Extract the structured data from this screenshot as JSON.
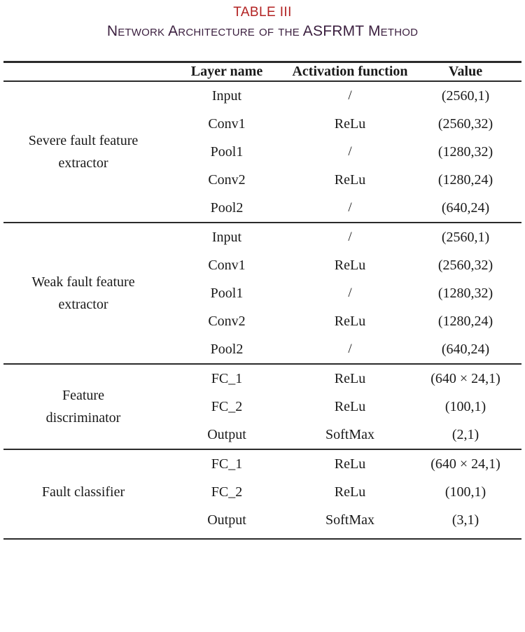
{
  "title": {
    "table_number": "TABLE III",
    "caption": "Network Architecture of the ASFRMT Method",
    "number_color": "#b22222",
    "caption_color": "#3b1f3f"
  },
  "table": {
    "columns": [
      "",
      "Layer name",
      "Activation function",
      "Value"
    ],
    "header": {
      "group_label": "",
      "layer_name": "Layer name",
      "activation_line1": "Activation",
      "activation_line2": "function",
      "value": "Value"
    },
    "groups": [
      {
        "label": "Severe fault feature extractor",
        "label_line1": "Severe fault feature",
        "label_line2": "extractor",
        "rows": [
          {
            "layer": "Input",
            "activation": "/",
            "value": "(2560,1)"
          },
          {
            "layer": "Conv1",
            "activation": "ReLu",
            "value": "(2560,32)"
          },
          {
            "layer": "Pool1",
            "activation": "/",
            "value": "(1280,32)"
          },
          {
            "layer": "Conv2",
            "activation": "ReLu",
            "value": "(1280,24)"
          },
          {
            "layer": "Pool2",
            "activation": "/",
            "value": "(640,24)"
          }
        ]
      },
      {
        "label": "Weak fault feature extractor",
        "label_line1": "Weak fault feature",
        "label_line2": "extractor",
        "rows": [
          {
            "layer": "Input",
            "activation": "/",
            "value": "(2560,1)"
          },
          {
            "layer": "Conv1",
            "activation": "ReLu",
            "value": "(2560,32)"
          },
          {
            "layer": "Pool1",
            "activation": "/",
            "value": "(1280,32)"
          },
          {
            "layer": "Conv2",
            "activation": "ReLu",
            "value": "(1280,24)"
          },
          {
            "layer": "Pool2",
            "activation": "/",
            "value": "(640,24)"
          }
        ]
      },
      {
        "label": "Feature discriminator",
        "label_line1": "Feature",
        "label_line2": "discriminator",
        "rows": [
          {
            "layer": "FC_1",
            "activation": "ReLu",
            "value": "(640 × 24,1)"
          },
          {
            "layer": "FC_2",
            "activation": "ReLu",
            "value": "(100,1)"
          },
          {
            "layer": "Output",
            "activation": "SoftMax",
            "value": "(2,1)"
          }
        ]
      },
      {
        "label": "Fault classifier",
        "label_line1": "Fault classifier",
        "label_line2": "",
        "rows": [
          {
            "layer": "FC_1",
            "activation": "ReLu",
            "value": "(640 × 24,1)"
          },
          {
            "layer": "FC_2",
            "activation": "ReLu",
            "value": "(100,1)"
          },
          {
            "layer": "Output",
            "activation": "SoftMax",
            "value": "(3,1)"
          }
        ]
      }
    ]
  }
}
